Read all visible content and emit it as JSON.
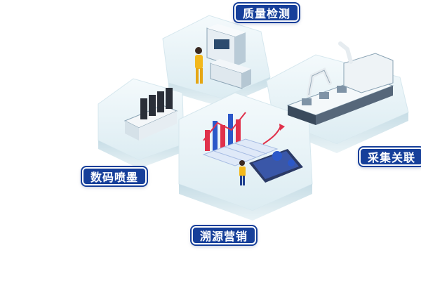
{
  "labels": {
    "quality_inspection": "质量检测",
    "collection_association": "采集关联",
    "digital_inkjet": "数码喷墨",
    "traceability_marketing": "溯源营销"
  },
  "colors": {
    "label_bg": "#163f9a",
    "platform_light": "#eef6f9",
    "platform_side": "#cfe3ea",
    "accent_red": "#e0314b",
    "accent_blue": "#2b58c9"
  }
}
